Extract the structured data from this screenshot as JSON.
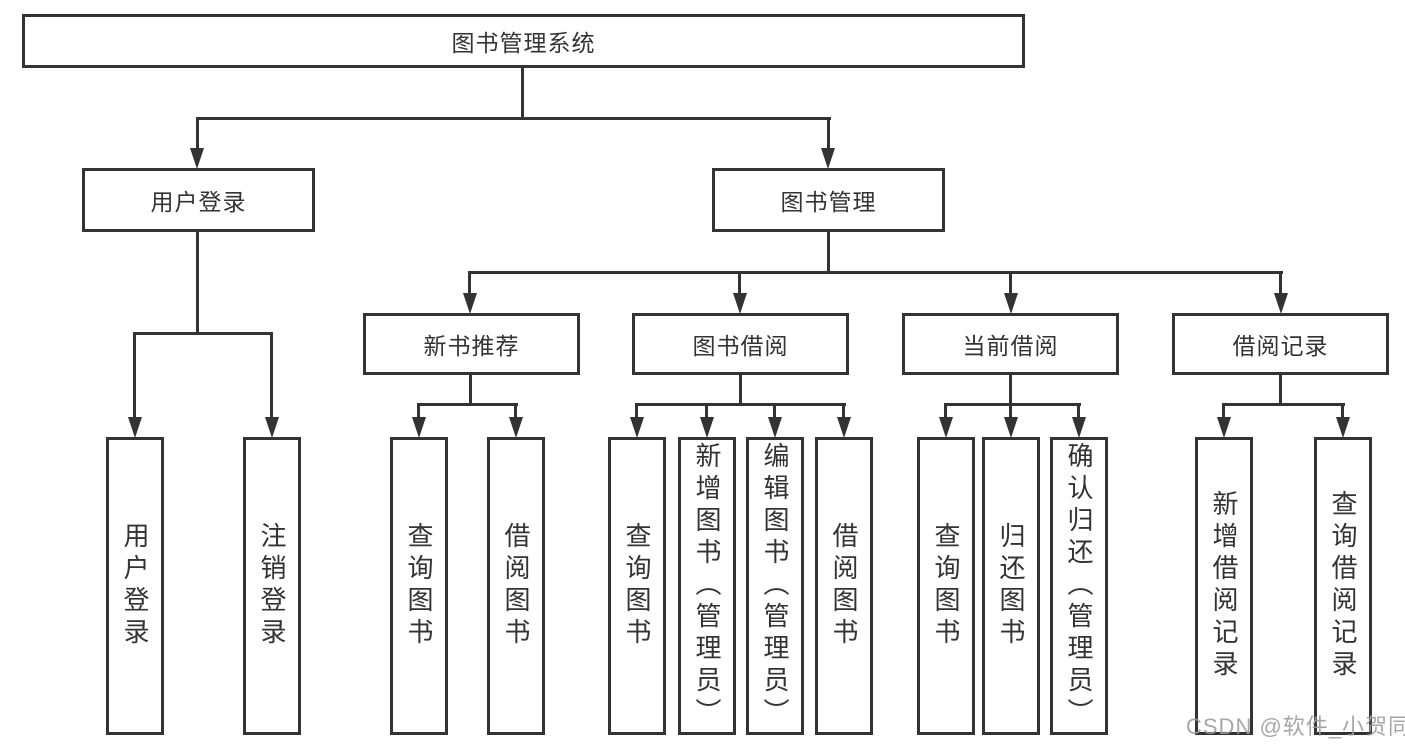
{
  "watermark": "CSDN @软件_小贺同学",
  "colors": {
    "line": "#333333",
    "text": "#333333",
    "watermark": "#9c9c9c",
    "background": "#ffffff"
  },
  "tree": {
    "root": "图书管理系统",
    "branches": [
      {
        "label": "用户登录",
        "children": [
          "用户登录",
          "注销登录"
        ]
      },
      {
        "label": "图书管理",
        "groups": [
          {
            "label": "新书推荐",
            "children": [
              "查询图书",
              "借阅图书"
            ]
          },
          {
            "label": "图书借阅",
            "children": [
              "查询图书",
              "新增图书（管理员）",
              "编辑图书（管理员）",
              "借阅图书"
            ]
          },
          {
            "label": "当前借阅",
            "children": [
              "查询图书",
              "归还图书",
              "确认归还（管理员）"
            ]
          },
          {
            "label": "借阅记录",
            "children": [
              "新增借阅记录",
              "查询借阅记录"
            ]
          }
        ]
      }
    ]
  }
}
